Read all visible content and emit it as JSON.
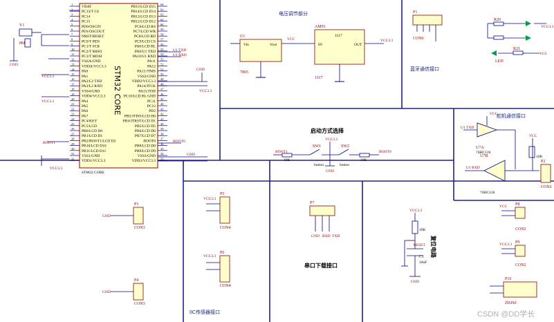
{
  "sections": {
    "power": "电压调节部分",
    "bt": "蓝牙通信接口",
    "motor": "舵机通信接口",
    "boot": "启动方式选择",
    "sensor": "IIC传感器接口",
    "uart": "串口下载接口",
    "reset": "复位电路"
  },
  "mcu": {
    "label": "STM32 CORE",
    "ref": "STM32 CORE",
    "left_pins": [
      "VBAT",
      "PC13/T CS",
      "PC14",
      "PC15",
      "PD0/OSCIN",
      "PD1/OSCOUT",
      "NRST/RESET",
      "PC0/T PEN",
      "PC1/T SCK",
      "PC2/T MISO",
      "PC3/T MOSI",
      "VSSA/GND",
      "VDDA/VCC3.3",
      "PA0",
      "PA1",
      "PA2/L2 TXD",
      "PA3/L2 RXD",
      "VSS4/GND",
      "VDD4/VCC3.3",
      "PA4",
      "PA5",
      "PA6",
      "PA7",
      "PC4/KEY",
      "PC5/LCD",
      "PB0/LCD D0",
      "PB1/LCD D1",
      "PB2/BOOT1/LCD D2",
      "PB10/LCD D10",
      "PB11/LCD D11",
      "VSS1/GND",
      "VDD1/VCC3.3"
    ],
    "right_pins": [
      "PB15/LCD D15",
      "PB14/LCD D14",
      "PB13/LCD D13",
      "PB12/LCD D12",
      "PC6/LCD RS",
      "PC7/LCD WR",
      "PC8/LCD RD",
      "PC9/LCD CS",
      "PA8/LCD BL",
      "PA9/U1 TXD",
      "PA10/U1 RXD",
      "PA11",
      "PA12",
      "PA13 JTMS",
      "VSS2/GND",
      "VDD2/VCC3.3",
      "PA14/JTCK",
      "PA15/JTDI",
      "PC10/LCD BL GND",
      "PC11",
      "PC12",
      "PD2",
      "PB3/JTDO/LCD D0",
      "PB4/JTRST/LCD D1",
      "PB5/LCD D5",
      "PB6/LCD D6",
      "PB7/LCD D7",
      "BOOT0",
      "PB8/LCD D8",
      "PB9/LCD D9",
      "VSS3/GND",
      "VDD3/VCC3.3"
    ],
    "left_nums": [
      "1",
      "2",
      "3",
      "4",
      "5",
      "6",
      "7",
      "8",
      "9",
      "10",
      "11",
      "12",
      "13",
      "14",
      "15",
      "16",
      "17",
      "18",
      "19",
      "20",
      "21",
      "22",
      "23",
      "24",
      "25",
      "26",
      "27",
      "28",
      "29",
      "30",
      "31",
      "32"
    ],
    "right_nums": [
      "64",
      "63",
      "62",
      "61",
      "60",
      "59",
      "58",
      "57",
      "56",
      "55",
      "54",
      "53",
      "52",
      "51",
      "50",
      "49",
      "48",
      "47",
      "46",
      "45",
      "44",
      "43",
      "42",
      "41",
      "40",
      "39",
      "38",
      "37",
      "36",
      "35",
      "34",
      "33"
    ]
  },
  "labels": {
    "vcc": "VCC",
    "vcc33": "VCC3.3",
    "gnd": "GND",
    "u1": "U1",
    "vin": "Vin",
    "vout": "Vout",
    "gnd_pin": "GND",
    "in": "IN",
    "out": "OUT",
    "ams": "AMS1",
    "ams_val": "1117",
    "reg1": "7805",
    "reg2": "1117",
    "p1": "P1",
    "con6": "CON6",
    "con2": "CON2",
    "con3": "CON3",
    "con4": "CON4",
    "u7a": "U7A",
    "u7b": "U7B",
    "hc126": "74HC126",
    "u1_txd": "U1 TXD",
    "u1_rxd": "U1 RXD",
    "r10k": "10K",
    "boot0": "BOOT0",
    "boot1": "BOOT1",
    "button": "button",
    "sw1": "SW1",
    "sw2": "SW2",
    "reset": "RESET",
    "c1": "C1",
    "c1v": "10uF",
    "y1": "Y1",
    "r8m": "8M",
    "led": "LED",
    "ir": "R20",
    "res": "R21",
    "rxd": "RXD",
    "txd": "TXD",
    "zhjs": "ZHJS0",
    "p2": "P2",
    "p3": "P3",
    "p4": "P4",
    "p5": "P5",
    "p6": "P6",
    "p7": "P7",
    "p8": "P8",
    "p9": "P9",
    "p10": "P10",
    "pc12": "PC12",
    "pa9": "PA9",
    "pa10": "PA10",
    "pa11": "PA11",
    "pa15": "PA15",
    "pb6": "PB6",
    "pb7": "PB7"
  },
  "watermark": "CSDN @DD学长"
}
